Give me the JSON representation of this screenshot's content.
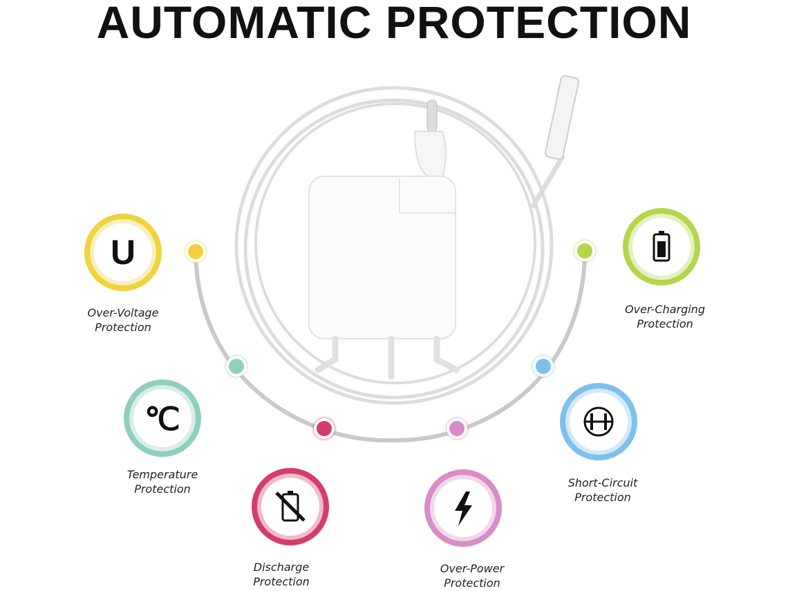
{
  "title": "AUTOMATIC PROTECTION",
  "features": [
    {
      "id": "over-voltage",
      "line1": "Over-Voltage",
      "line2": "Protection",
      "icon": "U",
      "icon_name": "voltage-u-icon",
      "color": "#f0d23c"
    },
    {
      "id": "temperature",
      "line1": "Temperature",
      "line2": "Protection",
      "icon": "℃",
      "icon_name": "celsius-icon",
      "color": "#8ecfbe"
    },
    {
      "id": "discharge",
      "line1": "Discharge",
      "line2": "Protection",
      "icon_name": "no-battery-icon",
      "color": "#d43d6a"
    },
    {
      "id": "over-power",
      "line1": "Over-Power",
      "line2": "Protection",
      "icon_name": "lightning-icon",
      "color": "#d98cc8"
    },
    {
      "id": "short-circuit",
      "line1": "Short-Circuit",
      "line2": "Protection",
      "icon_name": "short-circuit-icon",
      "color": "#7dc0ee"
    },
    {
      "id": "over-charging",
      "line1": "Over-Charging",
      "line2": "Protection",
      "icon_name": "battery-full-icon",
      "color": "#b5d54a"
    }
  ]
}
